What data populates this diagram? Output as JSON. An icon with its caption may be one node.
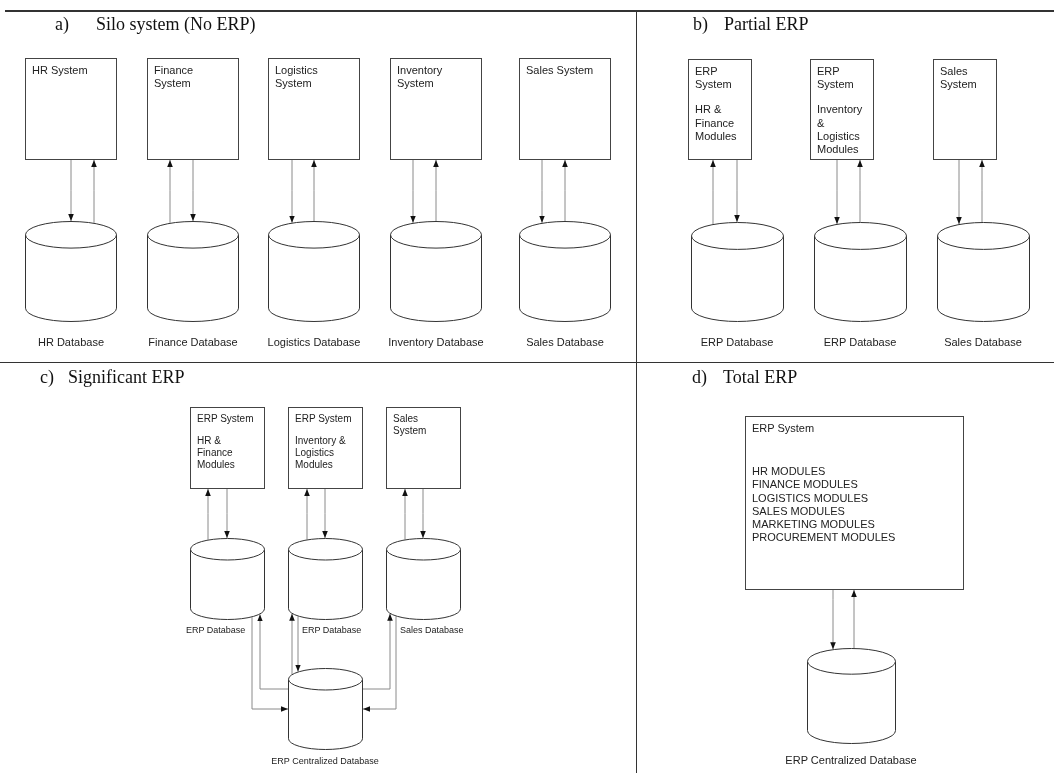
{
  "diagram": {
    "nodes": [
      {
        "text": [
          "HR System"
        ]
      },
      {
        "text": [
          "Finance System"
        ]
      },
      {
        "text": [
          "Logistics System"
        ]
      },
      {
        "text": [
          "Inventory System"
        ]
      },
      {
        "text": [
          "Sales System"
        ]
      },
      {
        "text": [],
        "shape": "cylinder",
        "beside": [
          "HR Database"
        ]
      },
      {
        "text": [],
        "shape": "cylinder",
        "beside": [
          "Finance Database"
        ]
      },
      {
        "text": [],
        "shape": "cylinder",
        "beside": [
          "Logistics Database"
        ]
      },
      {
        "text": [],
        "shape": "cylinder",
        "beside": [
          "Inventory Database"
        ]
      },
      {
        "text": [],
        "shape": "cylinder",
        "beside": [
          "Sales Database"
        ]
      },
      {
        "text": [
          "ERP System",
          "HR & Finance Modules"
        ]
      },
      {
        "text": [
          "ERP System",
          "Inventory & Logistics Modules"
        ]
      },
      {
        "text": [
          "Sales System"
        ]
      },
      {
        "text": [],
        "shape": "cylinder",
        "beside": [
          "ERP Database"
        ]
      },
      {
        "text": [],
        "shape": "cylinder",
        "beside": [
          "ERP Database"
        ]
      },
      {
        "text": [],
        "shape": "cylinder",
        "beside": [
          "Sales Database"
        ]
      },
      {
        "text": [
          "ERP System",
          "HR & Finance Modules"
        ]
      },
      {
        "text": [
          "ERP System",
          "Inventory & Logistics Modules"
        ]
      },
      {
        "text": [
          "Sales System"
        ]
      },
      {
        "text": [],
        "shape": "cylinder",
        "beside": [
          "ERP Database"
        ]
      },
      {
        "text": [],
        "shape": "cylinder",
        "beside": [
          "ERP Database"
        ]
      },
      {
        "text": [],
        "shape": "cylinder",
        "beside": [
          "Sales Database"
        ]
      },
      {
        "text": [],
        "shape": "cylinder",
        "beside": [
          "ERP Centralized Database"
        ]
      },
      {
        "text": [
          "ERP System",
          "HR MODULES",
          "FINANCE MODULES",
          "LOGISTICS MODULES",
          "SALES MODULES",
          "MARKETING MODULES",
          "PROCUREMENT MODULES"
        ]
      },
      {
        "text": [],
        "shape": "cylinder",
        "beside": [
          "ERP Centralized Database"
        ]
      }
    ],
    "edges": [
      {
        "from": 0,
        "to": 5,
        "arrow": "to"
      },
      {
        "from": 5,
        "to": 0,
        "arrow": "to"
      },
      {
        "from": 6,
        "to": 1,
        "arrow": "to"
      },
      {
        "from": 1,
        "to": 6,
        "arrow": "to"
      },
      {
        "from": 2,
        "to": 7,
        "arrow": "to"
      },
      {
        "from": 7,
        "to": 2,
        "arrow": "to"
      },
      {
        "from": 3,
        "to": 8,
        "arrow": "to"
      },
      {
        "from": 8,
        "to": 3,
        "arrow": "to"
      },
      {
        "from": 4,
        "to": 9,
        "arrow": "to"
      },
      {
        "from": 9,
        "to": 4,
        "arrow": "to"
      },
      {
        "from": 13,
        "to": 10,
        "arrow": "to"
      },
      {
        "from": 10,
        "to": 13,
        "arrow": "to"
      },
      {
        "from": 11,
        "to": 14,
        "arrow": "to"
      },
      {
        "from": 14,
        "to": 11,
        "arrow": "to"
      },
      {
        "from": 12,
        "to": 15,
        "arrow": "to"
      },
      {
        "from": 15,
        "to": 12,
        "arrow": "to"
      },
      {
        "from": 19,
        "to": 16,
        "arrow": "to"
      },
      {
        "from": 16,
        "to": 19,
        "arrow": "to"
      },
      {
        "from": 20,
        "to": 17,
        "arrow": "to"
      },
      {
        "from": 17,
        "to": 20,
        "arrow": "to"
      },
      {
        "from": 21,
        "to": 18,
        "arrow": "to"
      },
      {
        "from": 18,
        "to": 21,
        "arrow": "to"
      },
      {
        "from": 19,
        "to": 22,
        "arrow": "to"
      },
      {
        "from": 22,
        "to": 19,
        "arrow": "to"
      },
      {
        "from": 22,
        "to": 20,
        "arrow": "to"
      },
      {
        "from": 20,
        "to": 22,
        "arrow": "to"
      },
      {
        "from": 22,
        "to": 21,
        "arrow": "to"
      },
      {
        "from": 21,
        "to": 22,
        "arrow": "to"
      },
      {
        "from": 23,
        "to": 24,
        "arrow": "to"
      },
      {
        "from": 24,
        "to": 23,
        "arrow": "to"
      }
    ],
    "labels": [
      "a)",
      "Silo system (No ERP)",
      "b)",
      "Partial ERP",
      "c)",
      "Significant ERP",
      "d)",
      "Total ERP"
    ]
  }
}
